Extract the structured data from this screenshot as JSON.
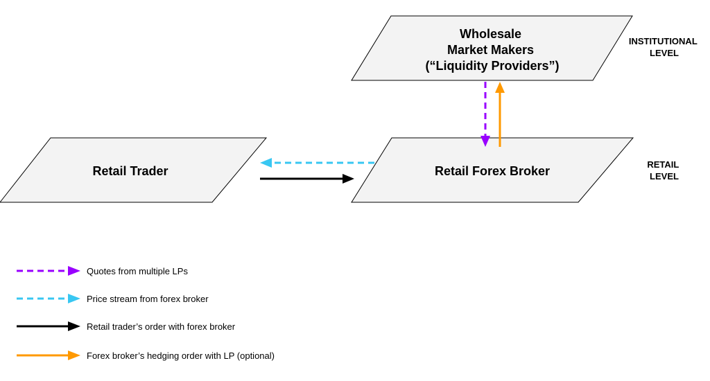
{
  "nodes": {
    "wholesale": {
      "lines": [
        "Wholesale",
        "Market Makers",
        "(“Liquidity Providers”)"
      ]
    },
    "broker": {
      "label": "Retail Forex Broker"
    },
    "trader": {
      "label": "Retail Trader"
    }
  },
  "levels": {
    "institutional": [
      "INSTITUTIONAL",
      "LEVEL"
    ],
    "retail": [
      "RETAIL",
      "LEVEL"
    ]
  },
  "legend": [
    {
      "label": "Quotes from multiple LPs",
      "style": "dashed",
      "color": "#9900ff"
    },
    {
      "label": "Price stream from forex broker",
      "style": "dashed",
      "color": "#38c7f2"
    },
    {
      "label": "Retail trader’s order with forex broker",
      "style": "solid",
      "color": "#000000"
    },
    {
      "label": "Forex broker’s hedging order with LP (optional)",
      "style": "solid",
      "color": "#ff9900"
    }
  ],
  "colors": {
    "node_fill": "#f3f3f3",
    "node_stroke": "#000000",
    "quotes": "#9900ff",
    "price_stream": "#38c7f2",
    "order": "#000000",
    "hedge": "#ff9900"
  }
}
